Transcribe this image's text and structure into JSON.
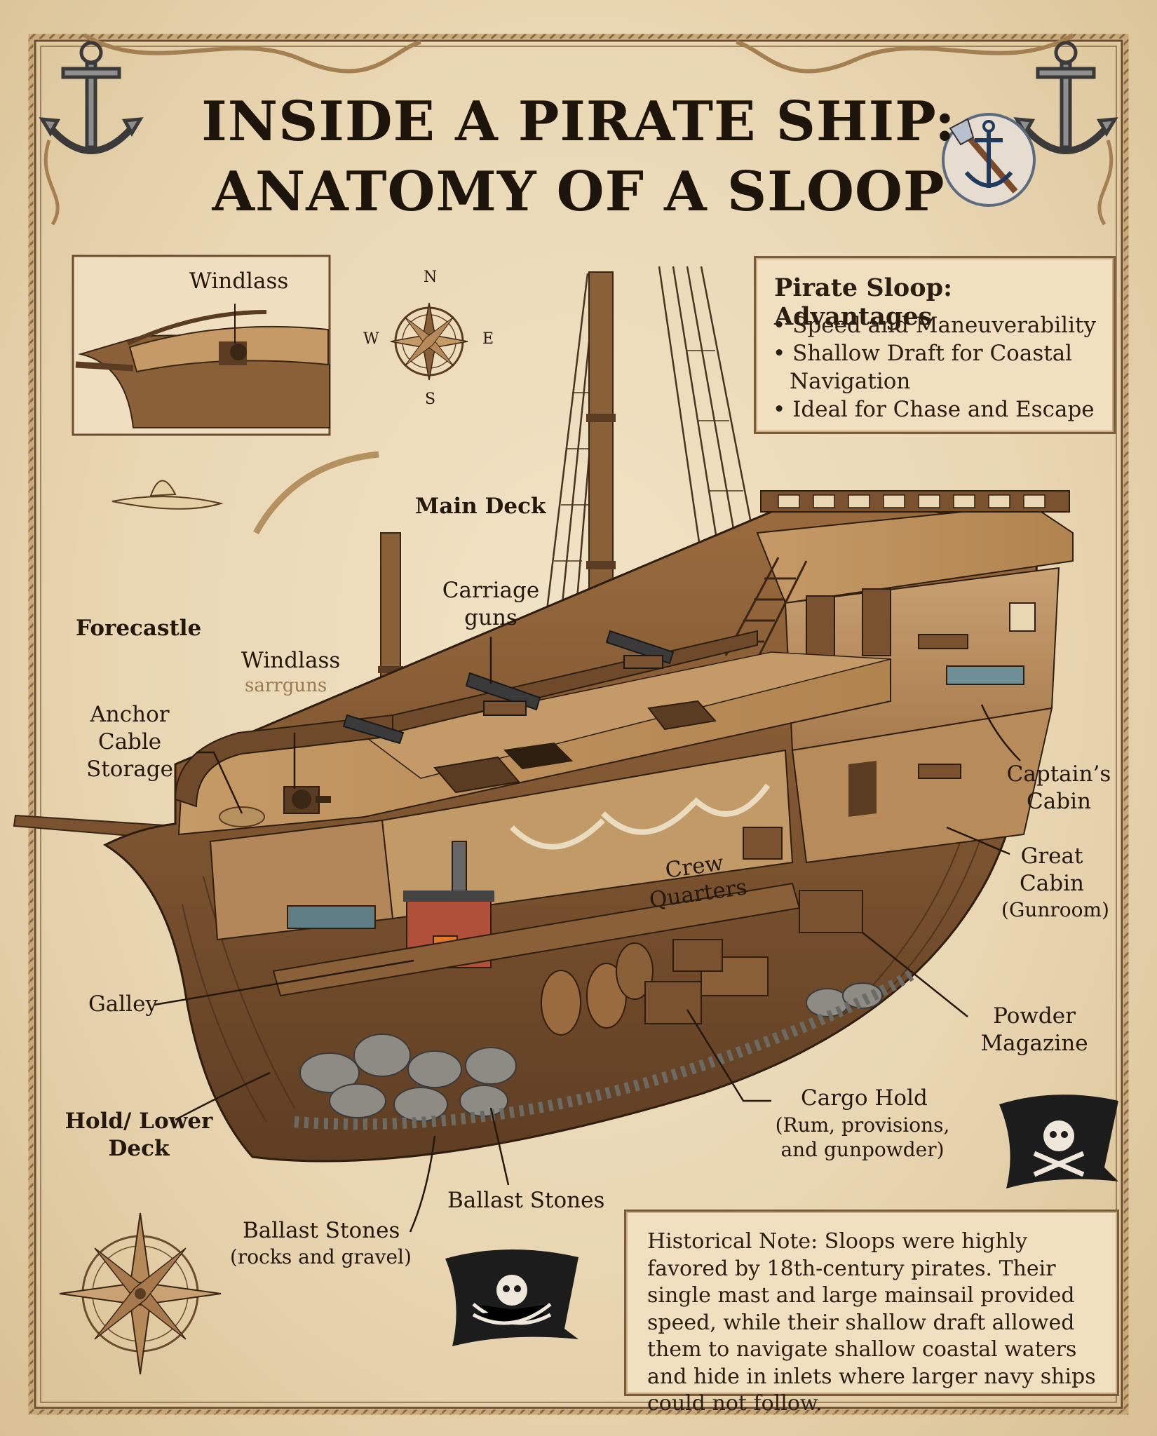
{
  "title": {
    "line1": "INSIDE A PIRATE SHIP:",
    "line2": "ANATOMY OF A SLOOP"
  },
  "compass": {
    "n": "N",
    "e": "E",
    "s": "S",
    "w": "W"
  },
  "inset": {
    "label": "Windlass"
  },
  "advantages": {
    "title": "Pirate Sloop: Advantages",
    "items": [
      "Speed and Maneuverability",
      "Shallow Draft for Coastal Navigation",
      "Ideal for Chase and Escape"
    ]
  },
  "labels": {
    "main_deck": "Main Deck",
    "forecastle": "Forecastle",
    "carriage_guns": "Carriage guns",
    "windlass": "Windlass",
    "windlass_sub": "sarrguns",
    "anchor_cable_storage": "Anchor Cable Storage",
    "crew_quarters": "Crew Quarters",
    "captains_cabin": "Captain’s Cabin",
    "great_cabin": "Great Cabin",
    "great_cabin_sub": "(Gunroom)",
    "powder_magazine": "Powder Magazine",
    "cargo_hold": "Cargo Hold",
    "cargo_hold_sub": "(Rum, provisions, and gunpowder)",
    "galley": "Galley",
    "hold_lower_deck": "Hold/ Lower Deck",
    "ballast_stones_1": "Ballast Stones",
    "ballast_stones_2": "Ballast Stones",
    "ballast_stones_2_sub": "(rocks and gravel)"
  },
  "historical_note": "Historical Note: Sloops were highly favored by 18th-century pirates. Their single mast and large mainsail provided speed, while their shallow draft allowed them to navigate shallow coastal waters and hide in inlets where larger navy ships could not follow.",
  "colors": {
    "parchment": "#ecdcbb",
    "wood_dark": "#5a3c22",
    "wood_mid": "#8a6038",
    "wood_light": "#b98b58",
    "ink": "#24180e",
    "flag": "#1a1a1a"
  },
  "icons": [
    "anchor-icon",
    "compass-rose-icon",
    "axe-anchor-emblem-icon",
    "jolly-roger-flag-icon"
  ]
}
